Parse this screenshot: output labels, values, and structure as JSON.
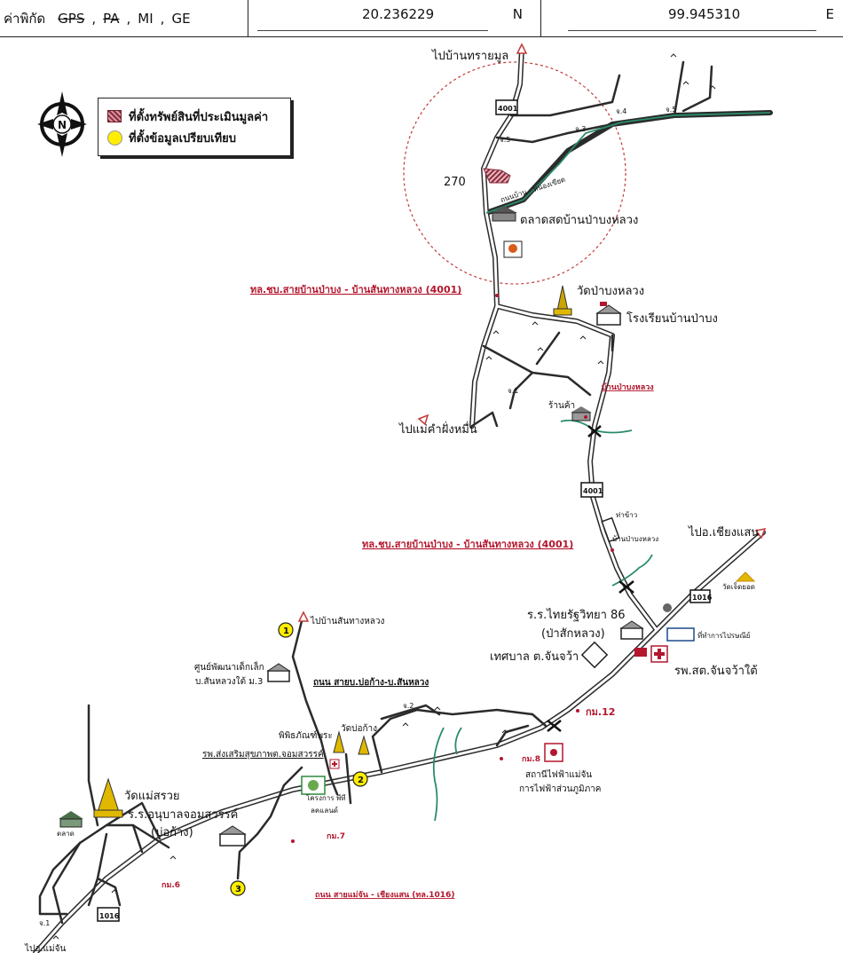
{
  "header": {
    "coord_label": "ค่าพิกัด",
    "options": [
      "GPS",
      "PA",
      "MI",
      "GE"
    ],
    "separator": ",",
    "latitude": "20.236229",
    "lat_dir": "N",
    "longitude": "99.945310",
    "lon_dir": "E"
  },
  "compass": {
    "letter": "N"
  },
  "legend": {
    "subject_property": "ที่ตั้งทรัพย์สินที่ประเมินมูลค่า",
    "comparables": "ที่ตั้งข้อมูลเปรียบเทียบ"
  },
  "colors": {
    "road": "#2b2b2b",
    "red_label": "#b3162d",
    "river": "#2a8c6a",
    "property": "#8a2b3c",
    "comparable": "#ffee00"
  },
  "labels": {
    "to_ban_sai_mun": "ไปบ้านทรายมูล",
    "route_4001": "4001",
    "num_270": "270",
    "road_jombang_nongkhiat": "ถนนบ้าน - หนองเขียด",
    "market": "ตลาดสดบ้านป่าบงหลวง",
    "road_rural_4001": "ทล.ชบ.สายบ้านป่าบง - บ้านสันทางหลวง (4001)",
    "wat_pabong": "วัดป่าบงหลวง",
    "school_pabong": "โรงเรียนบ้านป่าบง",
    "village_pabong": "บ้านป่าบงหลวง",
    "shop": "ร้านค้า",
    "to_mae_kham": "ไปแม่คำฝั่งหมื่น",
    "rice_mill": "ท่าข้าว",
    "rice_mill_sub": "บ้านป่าบงหลวง",
    "road_rural_4001_b": "ทล.ชบ.สายบ้านป่าบง - บ้านสันทางหลวง (4001)",
    "to_chiang_saen": "ไปอ.เชียงแสน",
    "wat_chedi_luang": "วัดเจ็ดยอด",
    "route_1016": "1016",
    "school_thairat": "ร.ร.ไทยรัฐวิทยา 86",
    "school_thairat_sub": "(ป่าสักหลวง)",
    "tax_office": "ที่ทำการไปรษณีย์",
    "municipality": "เทศบาล ต.จันจว้า",
    "hospital": "รพ.สต.จันจว้าใต้",
    "km12": "กม.12",
    "km8": "กม.8",
    "substation": "สถานีไฟฟ้าแม่จัน",
    "substation_sub": "การไฟฟ้าส่วนภูมิภาค",
    "to_ban_santhangluang": "ไปบ้านสันทางหลวง",
    "child_center": "ศูนย์พัฒนาเด็กเล็ก",
    "child_center_sub": "บ.สันหลวงใต้ ม.3",
    "road_boka": "ถนน สายบ.บ่อก้าง-บ.สันหลวง",
    "museum": "พิพิธภัณฑ์พระ",
    "wat_boka": "วัดบ่อก้าง",
    "health_promo": "รพ.ส่งเสริมสุขภาพต.จอมสวรรค์",
    "project": "โครงการ พีที",
    "project_sub": "ลคแลนด์",
    "wat_maesuai": "วัดแม่สรวย",
    "school_anuban": "ร.ร.อนุบาลจอมสวรรค์",
    "school_anuban_sub": "(บ่อก้าง)",
    "market_small": "ตลาด",
    "km7": "กม.7",
    "km6": "กม.6",
    "road_1016": "ถนน สายแม่จัน - เชียงแสน (ทล.1016)",
    "to_maechan": "ไปอ.แม่จัน",
    "circle_1": "1",
    "circle_2": "2",
    "circle_3": "3",
    "j1": "จ.1",
    "j2": "จ.2",
    "j3": "จ.3",
    "j4": "จ.4",
    "j5": "จ.5",
    "j5b": "จ.5"
  }
}
